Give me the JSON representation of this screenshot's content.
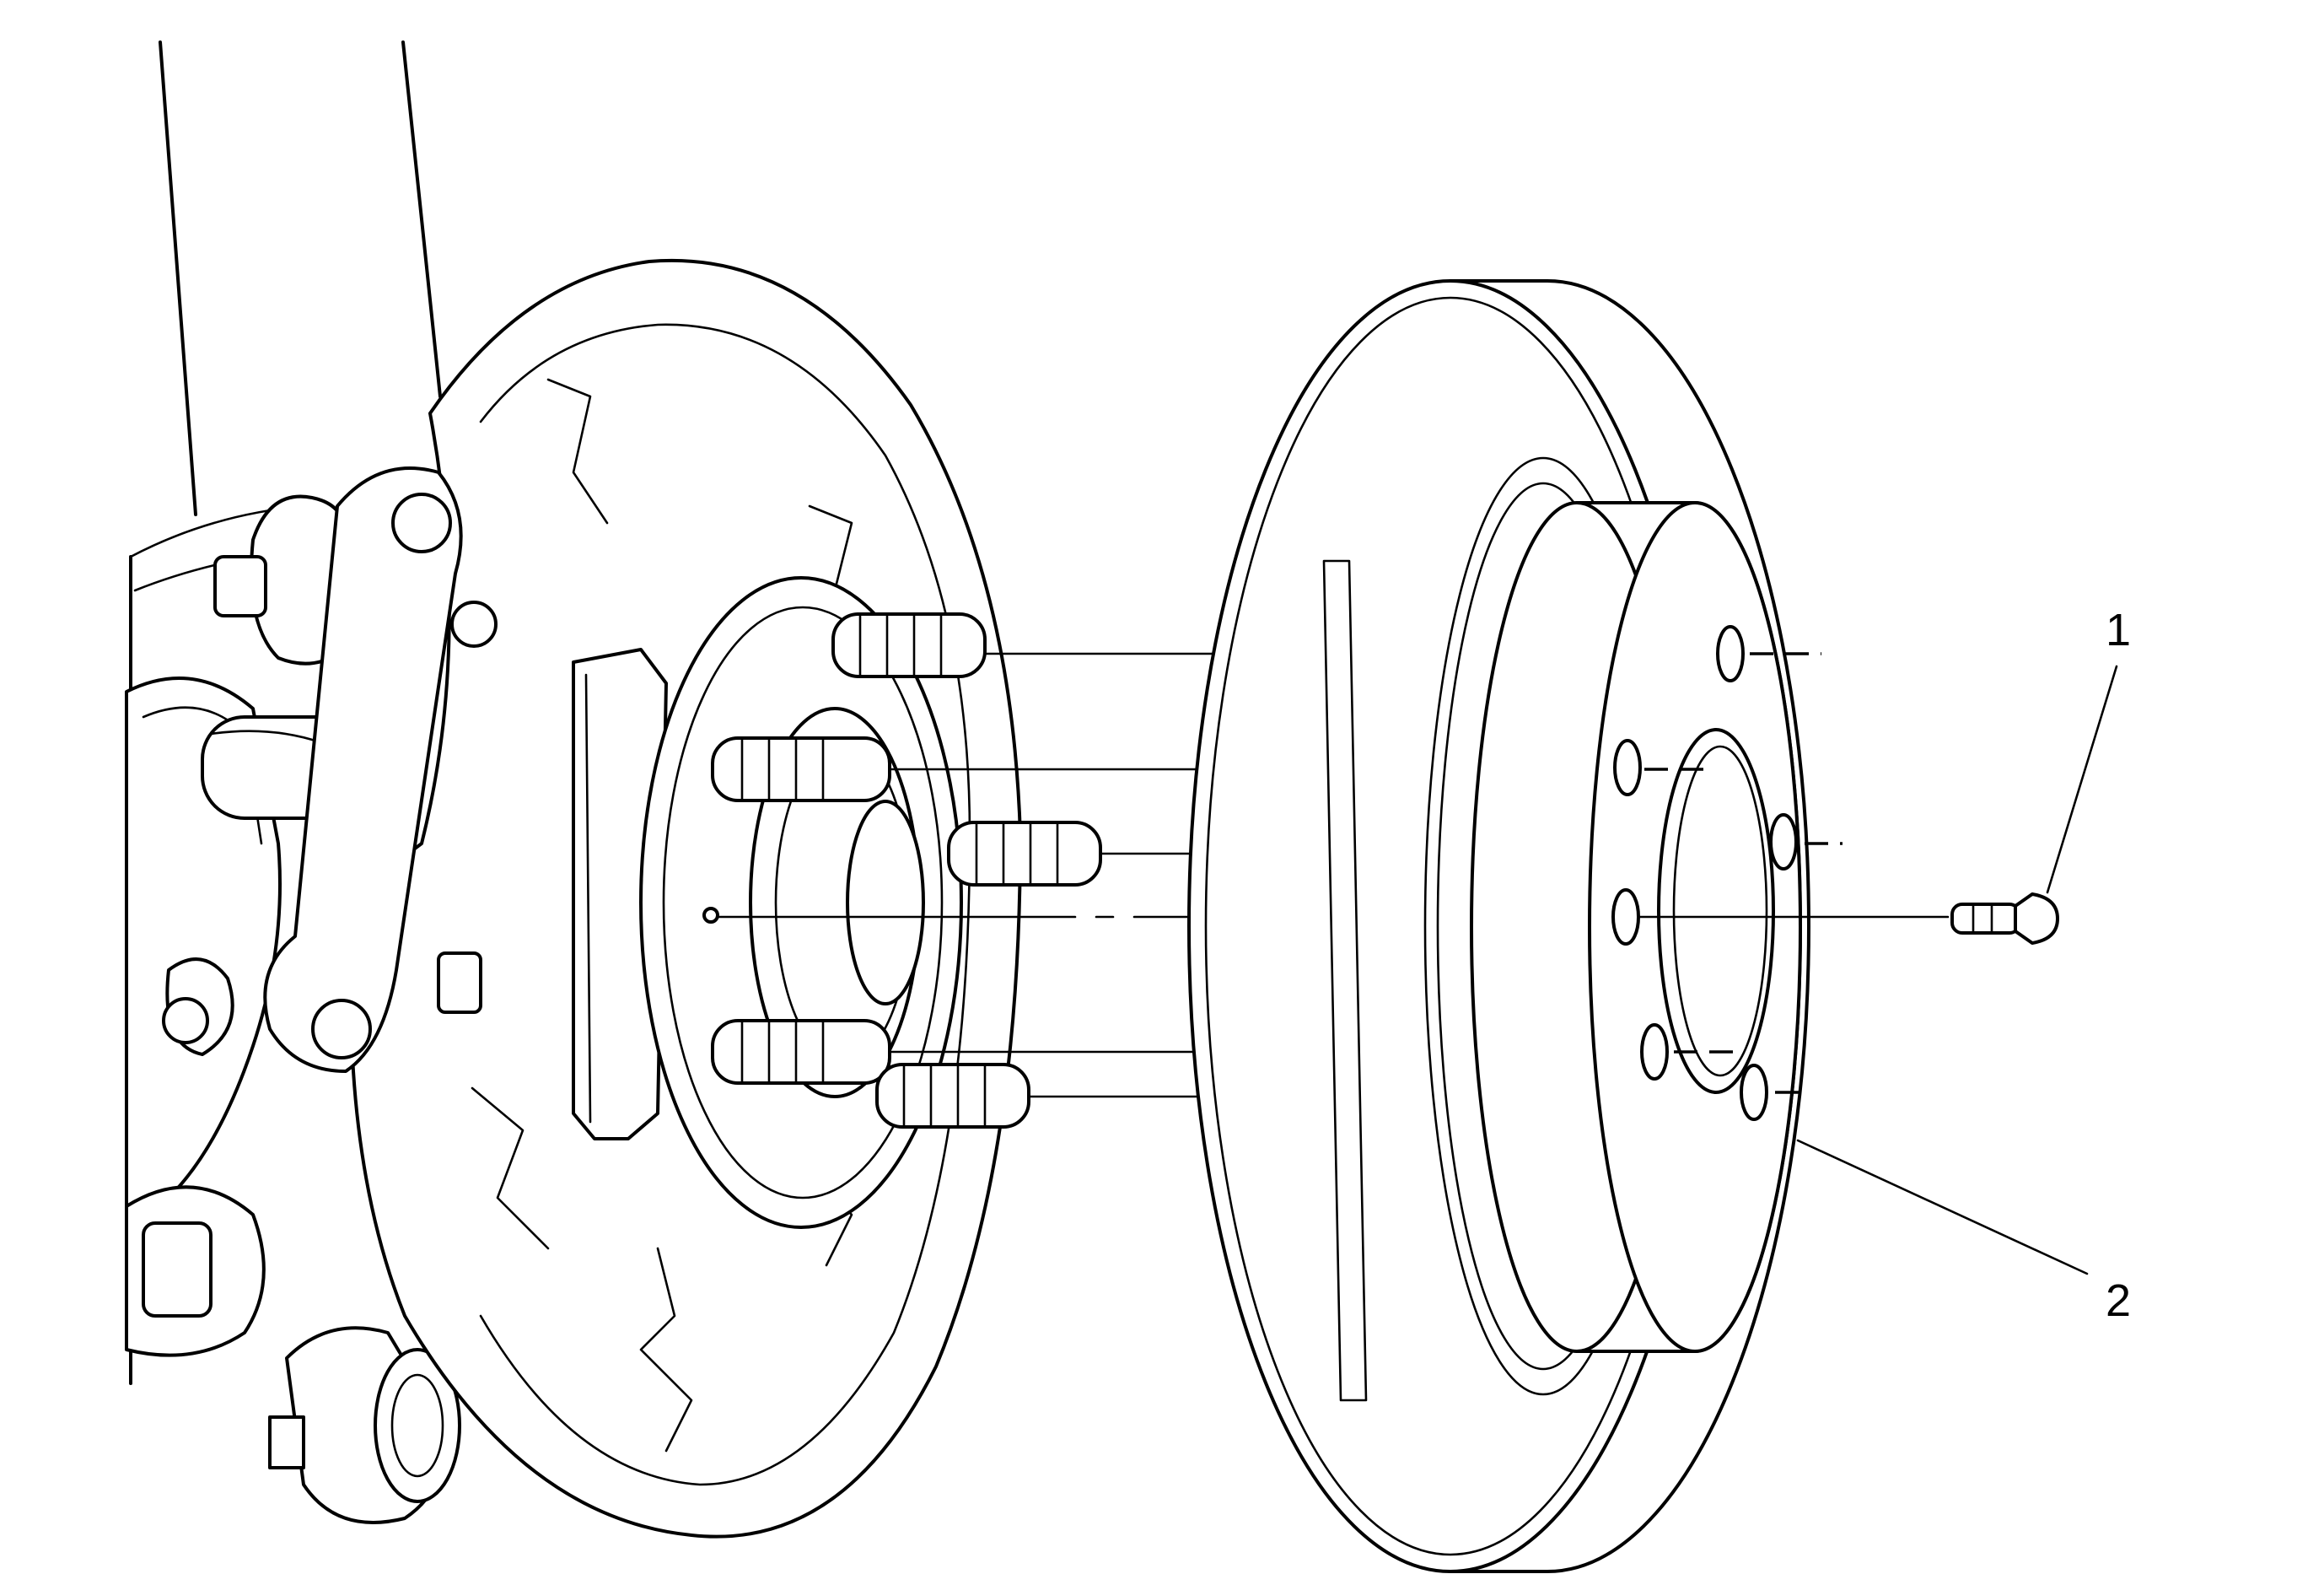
{
  "callouts": [
    {
      "number": "1",
      "part": "bolt"
    },
    {
      "number": "2",
      "part": "rotor"
    }
  ]
}
